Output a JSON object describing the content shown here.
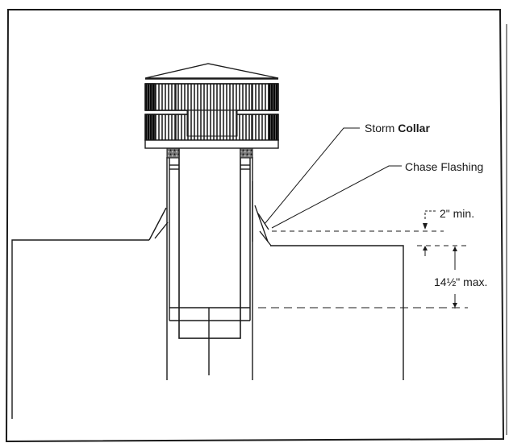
{
  "labels": {
    "storm_collar_a": "Storm",
    "storm_collar_b": "Collar",
    "chase_flashing_a": "Chase",
    "chase_flashing_b": "Flashing",
    "min_clearance": "2\" min.",
    "max_height": "14½\" max."
  },
  "colors": {
    "line": "#1a1a1a",
    "paper": "#ffffff"
  }
}
